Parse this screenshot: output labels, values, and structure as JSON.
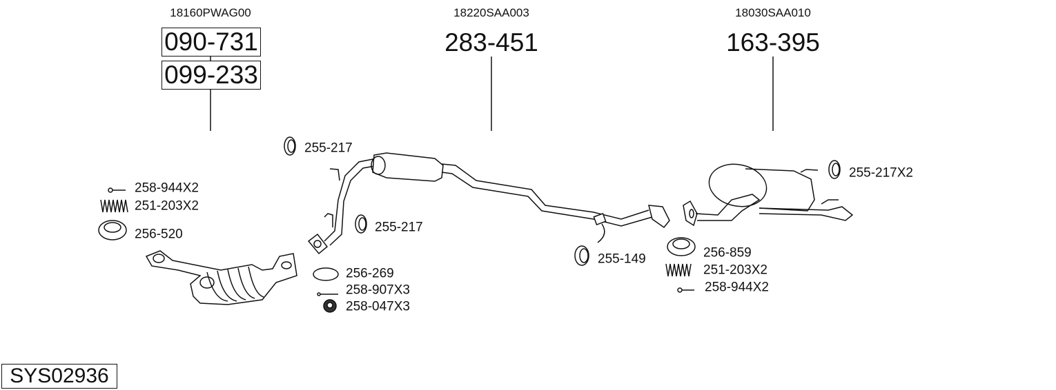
{
  "groups": [
    {
      "oem": "18160PWAG00",
      "parts": [
        "090-731",
        "099-233"
      ]
    },
    {
      "oem": "18220SAA003",
      "parts": [
        "283-451"
      ]
    },
    {
      "oem": "18030SAA010",
      "parts": [
        "163-395"
      ]
    }
  ],
  "accessories": {
    "front_bolt": "258-944X2",
    "front_spring": "251-203X2",
    "front_gasket": "256-520",
    "hanger_top": "255-217",
    "hanger_mid": "255-217",
    "gasket_mid": "256-269",
    "bolt_mid": "258-907X3",
    "nut_mid": "258-047X3",
    "hanger_center": "255-149",
    "rear_gasket": "256-859",
    "rear_spring": "251-203X2",
    "rear_bolt": "258-944X2",
    "rear_hanger": "255-217X2"
  },
  "system_id": "SYS02936"
}
